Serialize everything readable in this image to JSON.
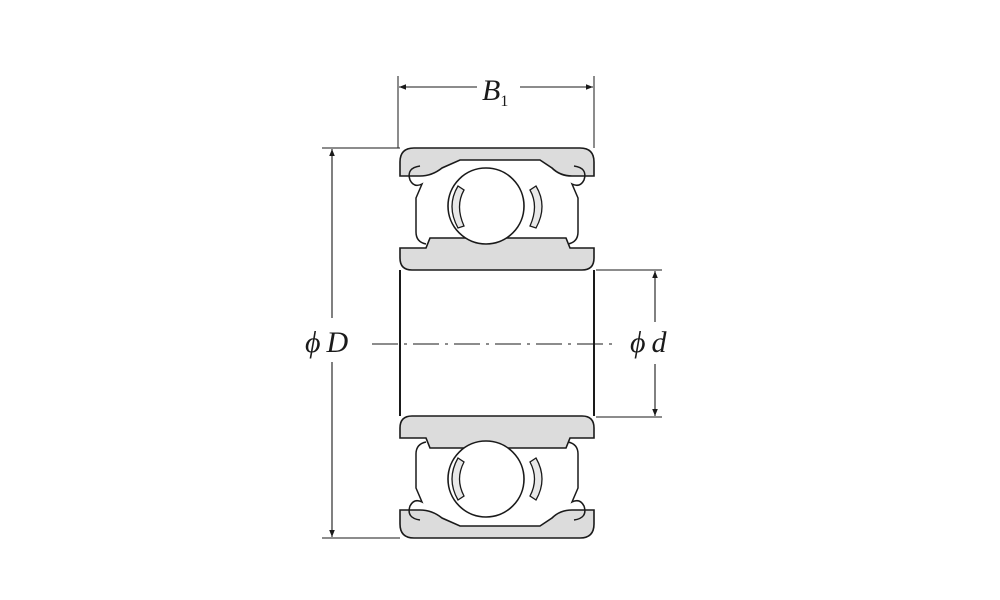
{
  "labels": {
    "width": {
      "main": "B",
      "subscript": "1"
    },
    "outer_diameter": {
      "symbol": "ϕ",
      "letter": "D"
    },
    "bore_diameter": {
      "symbol": "ϕ",
      "letter": "d"
    }
  },
  "colors": {
    "line": "#1a1a1a",
    "ring_fill": "#dcdcdc",
    "cage_fill": "#e8e8e8",
    "background": "#ffffff"
  }
}
